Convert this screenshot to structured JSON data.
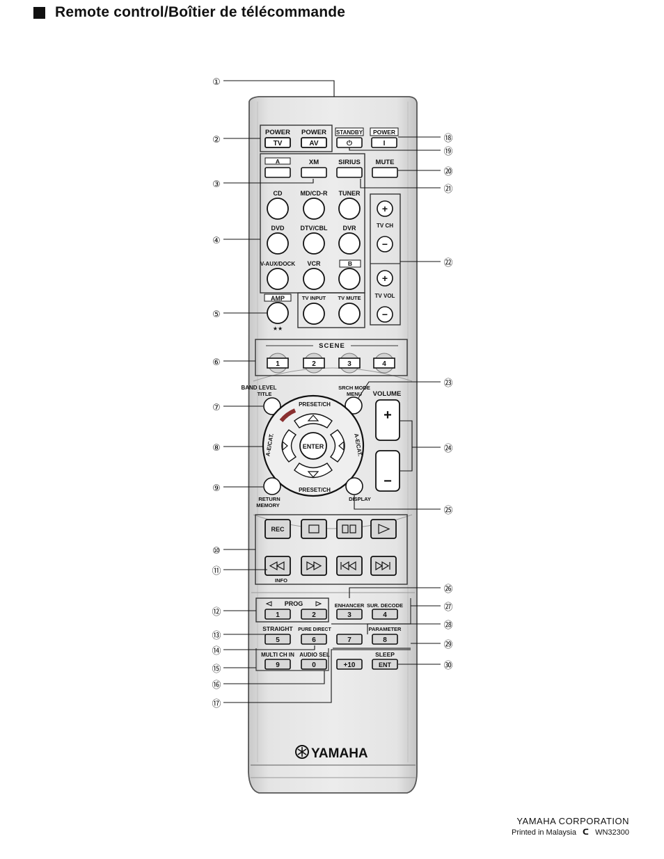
{
  "header": {
    "title": "Remote control/Boîtier de télécommande"
  },
  "remote": {
    "power_tv_label": "POWER",
    "power_tv_key": "TV",
    "power_av_label": "POWER",
    "power_av_key": "AV",
    "standby_label": "STANDBY",
    "standby_key": "⏻",
    "power_label": "POWER",
    "power_key": "I",
    "a_label": "A",
    "xm_label": "XM",
    "sirius_label": "SIRIUS",
    "mute_label": "MUTE",
    "inputs": [
      {
        "label": "CD"
      },
      {
        "label": "MD/CD-R"
      },
      {
        "label": "TUNER"
      },
      {
        "label": "DVD"
      },
      {
        "label": "DTV/CBL"
      },
      {
        "label": "DVR"
      },
      {
        "label": "V-AUX/DOCK"
      },
      {
        "label": "VCR"
      },
      {
        "label": "B"
      }
    ],
    "tv_ch_label": "TV CH",
    "tv_vol_label": "TV VOL",
    "plus": "+",
    "minus": "−",
    "amp_label": "AMP",
    "amp_stars": "★★",
    "tv_input_label": "TV INPUT",
    "tv_mute_label": "TV MUTE",
    "scene_label": "SCENE",
    "scenes": [
      "1",
      "2",
      "3",
      "4"
    ],
    "band_level": "BAND LEVEL",
    "title_label": "TITLE",
    "srch_mode": "SRCH MODE",
    "menu_label": "MENU",
    "volume_label": "VOLUME",
    "preset_ch_top": "PRESET/CH",
    "preset_ch_bottom": "PRESET/CH",
    "ae_cat_left": "A-E/CAT.",
    "ae_cat_right": "A-E/CAT.",
    "enter_label": "ENTER",
    "return_label": "RETURN",
    "memory_label": "MEMORY",
    "display_label": "DISPLAY",
    "rec_label": "REC",
    "info_label": "INFO",
    "prog_label": "PROG",
    "keypad": {
      "k1": "1",
      "k2": "2",
      "k3": "3",
      "k4": "4",
      "k5": "5",
      "k6": "6",
      "k7": "7",
      "k8": "8",
      "k9": "9",
      "k0": "0",
      "k10": "+10",
      "ent": "ENT"
    },
    "enhancer_label": "ENHANCER",
    "sur_decode_label": "SUR. DECODE",
    "straight_label": "STRAIGHT",
    "pure_direct_label": "PURE DIRECT",
    "parameter_label": "PARAMETER",
    "multi_ch_in_label": "MULTI CH IN",
    "audio_sel_label": "AUDIO SEL",
    "sleep_label": "SLEEP",
    "brand": "YAMAHA"
  },
  "callouts": {
    "left": [
      "①",
      "②",
      "③",
      "④",
      "⑤",
      "⑥",
      "⑦",
      "⑧",
      "⑨",
      "⑩",
      "⑪",
      "⑫",
      "⑬",
      "⑭",
      "⑮",
      "⑯",
      "⑰"
    ],
    "right": [
      "⑱",
      "⑲",
      "⑳",
      "㉑",
      "㉒",
      "㉓",
      "㉔",
      "㉕",
      "㉖",
      "㉗",
      "㉘",
      "㉙",
      "㉚"
    ]
  },
  "footer": {
    "corporation": "YAMAHA CORPORATION",
    "printed": "Printed in Malaysia",
    "code": "WN32300"
  }
}
